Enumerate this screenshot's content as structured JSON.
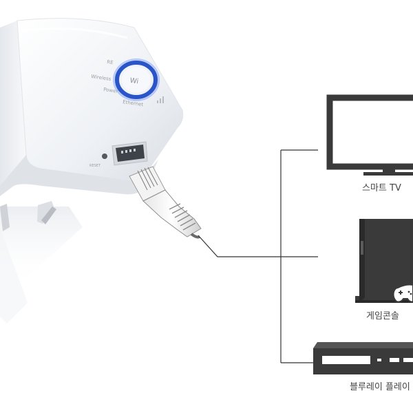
{
  "device": {
    "led_labels": [
      "RE",
      "Wireless",
      "Power",
      "Ethernet"
    ],
    "port_label": "RESET"
  },
  "devices": [
    {
      "id": "smart-tv",
      "label": "스마트 TV",
      "icon": "tv-icon"
    },
    {
      "id": "game-console",
      "label": "게임콘솔",
      "icon": "game-console-icon"
    },
    {
      "id": "bluray-player",
      "label": "블루레이 플레이",
      "icon": "bluray-player-icon"
    }
  ],
  "colors": {
    "device_body": "#f4f6f9",
    "led_ring": "#2a55c8",
    "icon_dark": "#3a3a3a",
    "line": "#333333",
    "caption": "#444444"
  }
}
